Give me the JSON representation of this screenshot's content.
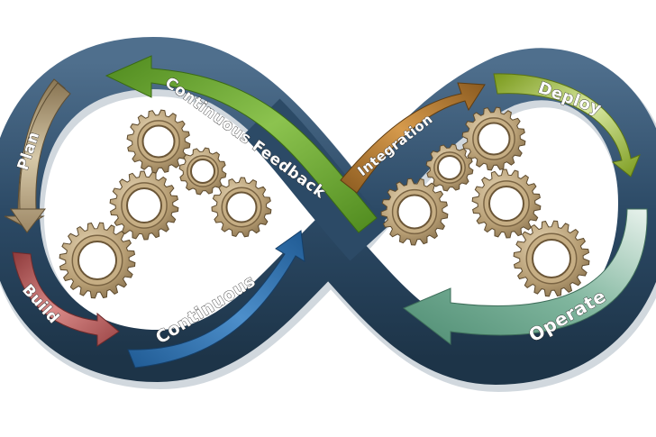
{
  "diagram": {
    "stages": {
      "plan": "Plan",
      "build": "Build",
      "continuous": "Continuous",
      "continuous_feedback": "Continuous Feedback",
      "integration": "Integration",
      "deploy": "Deploy",
      "operate": "Operate"
    },
    "colors": {
      "band": "#2c4a66",
      "plan": "#a9946d",
      "build": "#b3595a",
      "continuous": "#2f6ea8",
      "continuous_feedback": "#5f9a2c",
      "integration": "#a8702d",
      "deploy": "#8fae29",
      "operate": "#5f9f86",
      "gear": "#b59c72"
    }
  }
}
